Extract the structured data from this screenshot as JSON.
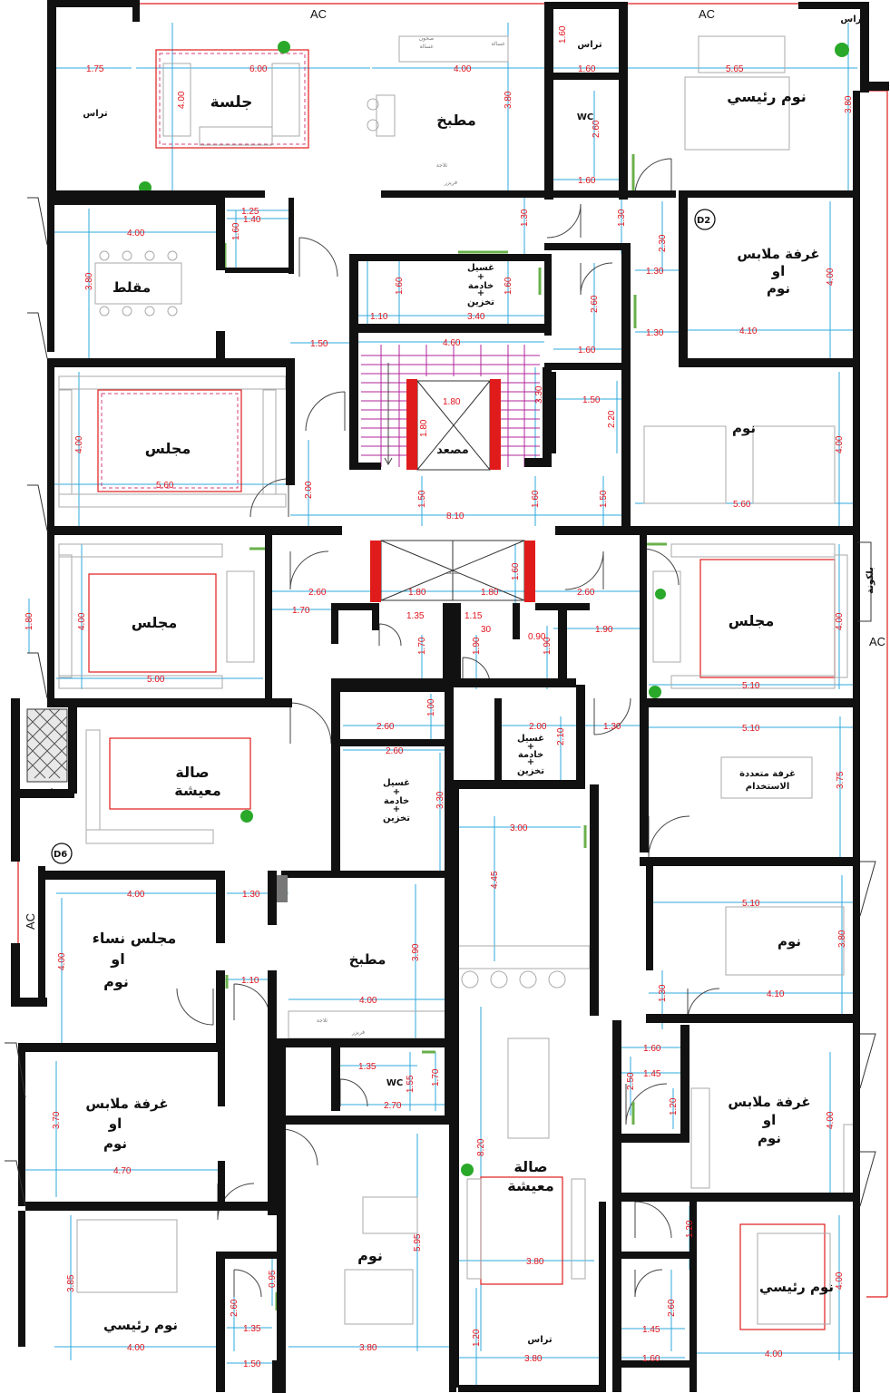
{
  "markers": {
    "ac": "AC",
    "d2": "D2",
    "d6": "D6"
  },
  "rooms": {
    "jalsa": "جلسة",
    "matbakh_top": "مطبخ",
    "noum_raisi_top": "نوم رئيسي",
    "taras_tl": "تراس",
    "taras_top_small": "تراس",
    "taras_tr": "تراس",
    "wc_top": "WC",
    "maqlat": "مقلط",
    "ghasil_top_1": "غسيل",
    "ghasil_top_2": "+",
    "ghasil_top_3": "خادمة",
    "ghasil_top_4": "+",
    "ghasil_top_5": "تخزين",
    "ghurfa_malabis_top_1": "غرفة ملابس",
    "ghurfa_malabis_top_2": "او",
    "ghurfa_malabis_top_3": "نوم",
    "majlis_left_top": "مجلس",
    "masad_top": "مصعد",
    "noum_right_top": "نوم",
    "masad_mid": "مصعد",
    "majlis_left_mid": "مجلس",
    "majlis_right_mid": "مجلس",
    "balcony": "بلكونة",
    "sala_top_1": "صالة",
    "sala_top_2": "معيشة",
    "taras_left": "تراس",
    "ghasil_mid_1": "غسيل",
    "ghasil_mid_2": "+",
    "ghasil_mid_3": "خادمة",
    "ghasil_mid_4": "+",
    "ghasil_mid_5": "تخزين",
    "ghasil_mid_r_1": "غسيل",
    "ghasil_mid_r_2": "+",
    "ghasil_mid_r_3": "خادمة",
    "ghasil_mid_r_4": "+",
    "ghasil_mid_r_5": "تخزين",
    "multi_purpose_1": "غرفة متعددة",
    "multi_purpose_2": "الاستخدام",
    "majlis_nisa_1": "مجلس نساء",
    "majlis_nisa_2": "او",
    "majlis_nisa_3": "نوم",
    "matbakh_mid": "مطبخ",
    "noum_right_mid": "نوم",
    "wc_mid": "WC",
    "ghurfa_malabis_left_1": "غرفة ملابس",
    "ghurfa_malabis_left_2": "او",
    "ghurfa_malabis_left_3": "نوم",
    "ghurfa_malabis_right_1": "غرفة ملابس",
    "ghurfa_malabis_right_2": "او",
    "ghurfa_malabis_right_3": "نوم",
    "sala_bottom_1": "صالة",
    "sala_bottom_2": "معيشة",
    "noum_bottom_mid": "نوم",
    "noum_raisi_bl": "نوم رئيسي",
    "noum_raisi_br": "نوم رئيسي",
    "taras_bottom": "تراس"
  },
  "fixtures": {
    "sink_1": "صحون",
    "sink_2": "غسالة",
    "washer": "غسالة",
    "fridge": "ثلاجة",
    "freezer": "فريزر"
  },
  "dims": [
    {
      "id": "d1",
      "t": "1.75"
    },
    {
      "id": "d2",
      "t": "6.00"
    },
    {
      "id": "d3",
      "t": "4.00"
    },
    {
      "id": "d4",
      "t": "4.00"
    },
    {
      "id": "d5",
      "t": "3.80"
    },
    {
      "id": "d6",
      "t": "1.60"
    },
    {
      "id": "d7",
      "t": "1.60"
    },
    {
      "id": "d8",
      "t": "5.65"
    },
    {
      "id": "d9",
      "t": "3.80"
    },
    {
      "id": "d10",
      "t": "2.60"
    },
    {
      "id": "d11",
      "t": "1.60"
    },
    {
      "id": "d12",
      "t": "4.00"
    },
    {
      "id": "d13",
      "t": "3.80"
    },
    {
      "id": "d14",
      "t": "1.25"
    },
    {
      "id": "d15",
      "t": "1.40"
    },
    {
      "id": "d16",
      "t": "1.60"
    },
    {
      "id": "d17",
      "t": "1.30"
    },
    {
      "id": "d18",
      "t": "1.60"
    },
    {
      "id": "d19",
      "t": "1.10"
    },
    {
      "id": "d20",
      "t": "3.40"
    },
    {
      "id": "d21",
      "t": "1.60"
    },
    {
      "id": "d22",
      "t": "1.30"
    },
    {
      "id": "d23",
      "t": "2.30"
    },
    {
      "id": "d24",
      "t": "1.30"
    },
    {
      "id": "d25",
      "t": "4.00"
    },
    {
      "id": "d26",
      "t": "2.60"
    },
    {
      "id": "d27",
      "t": "1.30"
    },
    {
      "id": "d28",
      "t": "1.60"
    },
    {
      "id": "d29",
      "t": "4.10"
    },
    {
      "id": "d30",
      "t": "1.50"
    },
    {
      "id": "d31",
      "t": "4.60"
    },
    {
      "id": "d32",
      "t": "1.80"
    },
    {
      "id": "d33",
      "t": "1.80"
    },
    {
      "id": "d34",
      "t": "3.30"
    },
    {
      "id": "d35",
      "t": "1.50"
    },
    {
      "id": "d36",
      "t": "2.20"
    },
    {
      "id": "d37",
      "t": "4.00"
    },
    {
      "id": "d38",
      "t": "5.60"
    },
    {
      "id": "d39",
      "t": "2.00"
    },
    {
      "id": "d40",
      "t": "1.50"
    },
    {
      "id": "d41",
      "t": "1.60"
    },
    {
      "id": "d42",
      "t": "1.50"
    },
    {
      "id": "d43",
      "t": "8.10"
    },
    {
      "id": "d44",
      "t": "4.00"
    },
    {
      "id": "d45",
      "t": "5.60"
    },
    {
      "id": "d46",
      "t": "2.60"
    },
    {
      "id": "d47",
      "t": "1.80"
    },
    {
      "id": "d48",
      "t": "1.80"
    },
    {
      "id": "d49",
      "t": "1.60"
    },
    {
      "id": "d50",
      "t": "2.60"
    },
    {
      "id": "d51",
      "t": "1.70"
    },
    {
      "id": "d52",
      "t": "1.35"
    },
    {
      "id": "d53",
      "t": "1.15"
    },
    {
      "id": "d54",
      "t": "30"
    },
    {
      "id": "d55",
      "t": "0.90"
    },
    {
      "id": "d56",
      "t": "1.90"
    },
    {
      "id": "d57",
      "t": "1.80"
    },
    {
      "id": "d58",
      "t": "4.00"
    },
    {
      "id": "d59",
      "t": "5.00"
    },
    {
      "id": "d60",
      "t": "1.70"
    },
    {
      "id": "d61",
      "t": "1.90"
    },
    {
      "id": "d62",
      "t": "1.90"
    },
    {
      "id": "d63",
      "t": "4.00"
    },
    {
      "id": "d64",
      "t": "5.10"
    },
    {
      "id": "d65",
      "t": "1.00"
    },
    {
      "id": "d66",
      "t": "2.60"
    },
    {
      "id": "d67",
      "t": "2.00"
    },
    {
      "id": "d68",
      "t": "2.10"
    },
    {
      "id": "d69",
      "t": "1.30"
    },
    {
      "id": "d70",
      "t": "5.10"
    },
    {
      "id": "d71",
      "t": "2.60"
    },
    {
      "id": "d72",
      "t": "3.30"
    },
    {
      "id": "d73",
      "t": "3.75"
    },
    {
      "id": "d74",
      "t": "3.00"
    },
    {
      "id": "d75",
      "t": "4.45"
    },
    {
      "id": "d76",
      "t": "5.10"
    },
    {
      "id": "d77",
      "t": "4.00"
    },
    {
      "id": "d78",
      "t": "1.30"
    },
    {
      "id": "d79",
      "t": "4.00"
    },
    {
      "id": "d80",
      "t": "3.90"
    },
    {
      "id": "d81",
      "t": "3.80"
    },
    {
      "id": "d82",
      "t": "1.10"
    },
    {
      "id": "d83",
      "t": "4.00"
    },
    {
      "id": "d84",
      "t": "1.30"
    },
    {
      "id": "d85",
      "t": "4.10"
    },
    {
      "id": "d86",
      "t": "1.35"
    },
    {
      "id": "d87",
      "t": "1.55"
    },
    {
      "id": "d88",
      "t": "1.70"
    },
    {
      "id": "d89",
      "t": "2.70"
    },
    {
      "id": "d90",
      "t": "1.60"
    },
    {
      "id": "d91",
      "t": "1.45"
    },
    {
      "id": "d92",
      "t": "2.50"
    },
    {
      "id": "d93",
      "t": "1.20"
    },
    {
      "id": "d94",
      "t": "3.70"
    },
    {
      "id": "d95",
      "t": "4.70"
    },
    {
      "id": "d96",
      "t": "4.00"
    },
    {
      "id": "d97",
      "t": "8.20"
    },
    {
      "id": "d98",
      "t": "5.95"
    },
    {
      "id": "d99",
      "t": "1.20"
    },
    {
      "id": "d100",
      "t": "3.80"
    },
    {
      "id": "d101",
      "t": "3.85"
    },
    {
      "id": "d102",
      "t": "0.95"
    },
    {
      "id": "d103",
      "t": "2.60"
    },
    {
      "id": "d104",
      "t": "1.35"
    },
    {
      "id": "d105",
      "t": "3.80"
    },
    {
      "id": "d106",
      "t": "2.60"
    },
    {
      "id": "d107",
      "t": "1.45"
    },
    {
      "id": "d108",
      "t": "4.00"
    },
    {
      "id": "d109",
      "t": "3.80"
    },
    {
      "id": "d110",
      "t": "1.20"
    },
    {
      "id": "d111",
      "t": "4.00"
    },
    {
      "id": "d112",
      "t": "1.50"
    },
    {
      "id": "d113",
      "t": "1.60"
    },
    {
      "id": "d114",
      "t": "4.00"
    }
  ],
  "colors": {
    "wall": "#111111",
    "dimension_line": "#2ea8dc",
    "dimension_text": "#e0141e",
    "stair_line": "#b0249b",
    "elevator_wall": "#e01b1b",
    "outline_red": "#e01b1b",
    "door": "#444444",
    "window": "#6ab04c",
    "plant": "#2aa82a",
    "carpet": "#d6417a"
  }
}
